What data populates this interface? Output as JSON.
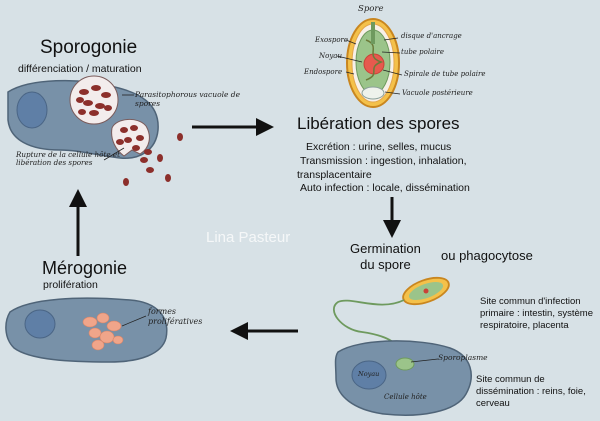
{
  "sporogonie": {
    "title": "Sporogonie",
    "subtitle": "différenciation / maturation",
    "label_vacuole": "Parasitophorous vacuole de spores",
    "label_rupture": "Rupture de la cellule hôte et libération des spores"
  },
  "spore": {
    "title": "Spore",
    "labels": {
      "exospore": "Exospore",
      "noyau": "Noyau",
      "endospore": "Endospore",
      "disque": "disque d'ancrage",
      "tube": "tube polaire",
      "spirale": "Spirale de tube polaire",
      "vacuole": "Vacuole postérieure"
    }
  },
  "liberation": {
    "title": "Libération des spores",
    "lines": [
      "Excrétion : urine, selles, mucus",
      "Transmission : ingestion, inhalation,",
      "transplacentaire",
      "Auto infection : locale, dissémination"
    ]
  },
  "germination": {
    "title": "Germination\ndu spore",
    "alt": "ou phagocytose",
    "site_primaire": "Site commun d'infection\nprimaire : intestin, système\nrespiratoire, placenta",
    "label_sporoplasme": "Sporoplasme",
    "label_noyau": "Noyau",
    "label_cellule": "Cellule hôte",
    "site_dissemination": "Site commun de\ndissémination : reins, foie,\ncerveau"
  },
  "merogonie": {
    "title": "Mérogonie",
    "subtitle": "prolifération",
    "label_formes": "formes\nprolifératives"
  },
  "watermark": "Lina Pasteur",
  "colors": {
    "background": "#d7e1e6",
    "cell": "#7891a8",
    "nucleus": "#5f7fa6",
    "spore_red": "#8c2f2b",
    "spore_outline": "#e7a82f",
    "proliferative": "#f0a58a"
  }
}
